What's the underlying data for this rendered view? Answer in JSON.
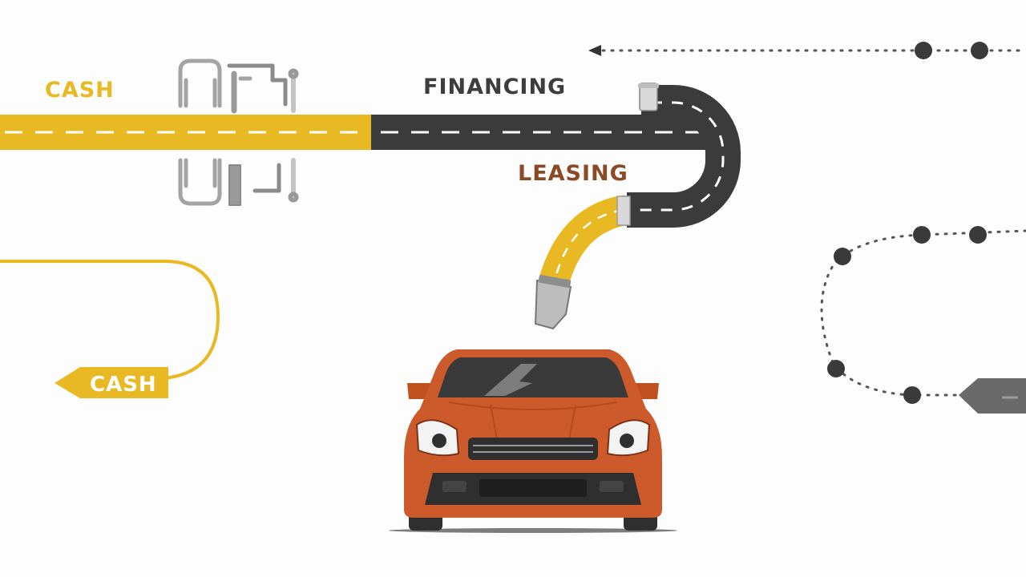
{
  "labels": {
    "cash_top": "CASH",
    "financing": "FINANCING",
    "leasing": "LEASING",
    "cash_sign": "CASH"
  },
  "colors": {
    "cash_yellow": "#e8b923",
    "road_dark": "#3b3b3b",
    "financing_text": "#3d3d3d",
    "leasing_text": "#8a4a25",
    "car_body": "#cd5a2a",
    "car_dark": "#333333",
    "parts_gray": "#9a9a9a",
    "dots_gray": "#3a3a3a"
  },
  "icons": {
    "top_arrow": "arrow-left-icon",
    "car": "car-icon",
    "parts": "mechanical-parts-icon",
    "signpost": "signpost-icon"
  }
}
